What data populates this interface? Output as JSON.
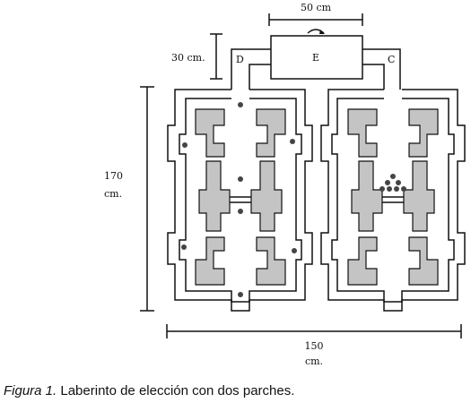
{
  "labels": {
    "d": "D",
    "e": "E",
    "c": "C"
  },
  "dimensions": {
    "top_width": "50 cm",
    "side_height": "30 cm.",
    "left_height_value": "170",
    "left_height_unit": "cm.",
    "bottom_width_value": "150",
    "bottom_width_unit": "cm."
  },
  "caption": {
    "figure": "Figura 1.",
    "text": "Laberinto de elección con dos parches."
  },
  "colors": {
    "line": "#111111",
    "block_fill": "#c4c4c4",
    "dot": "#444444",
    "background": "#ffffff"
  }
}
